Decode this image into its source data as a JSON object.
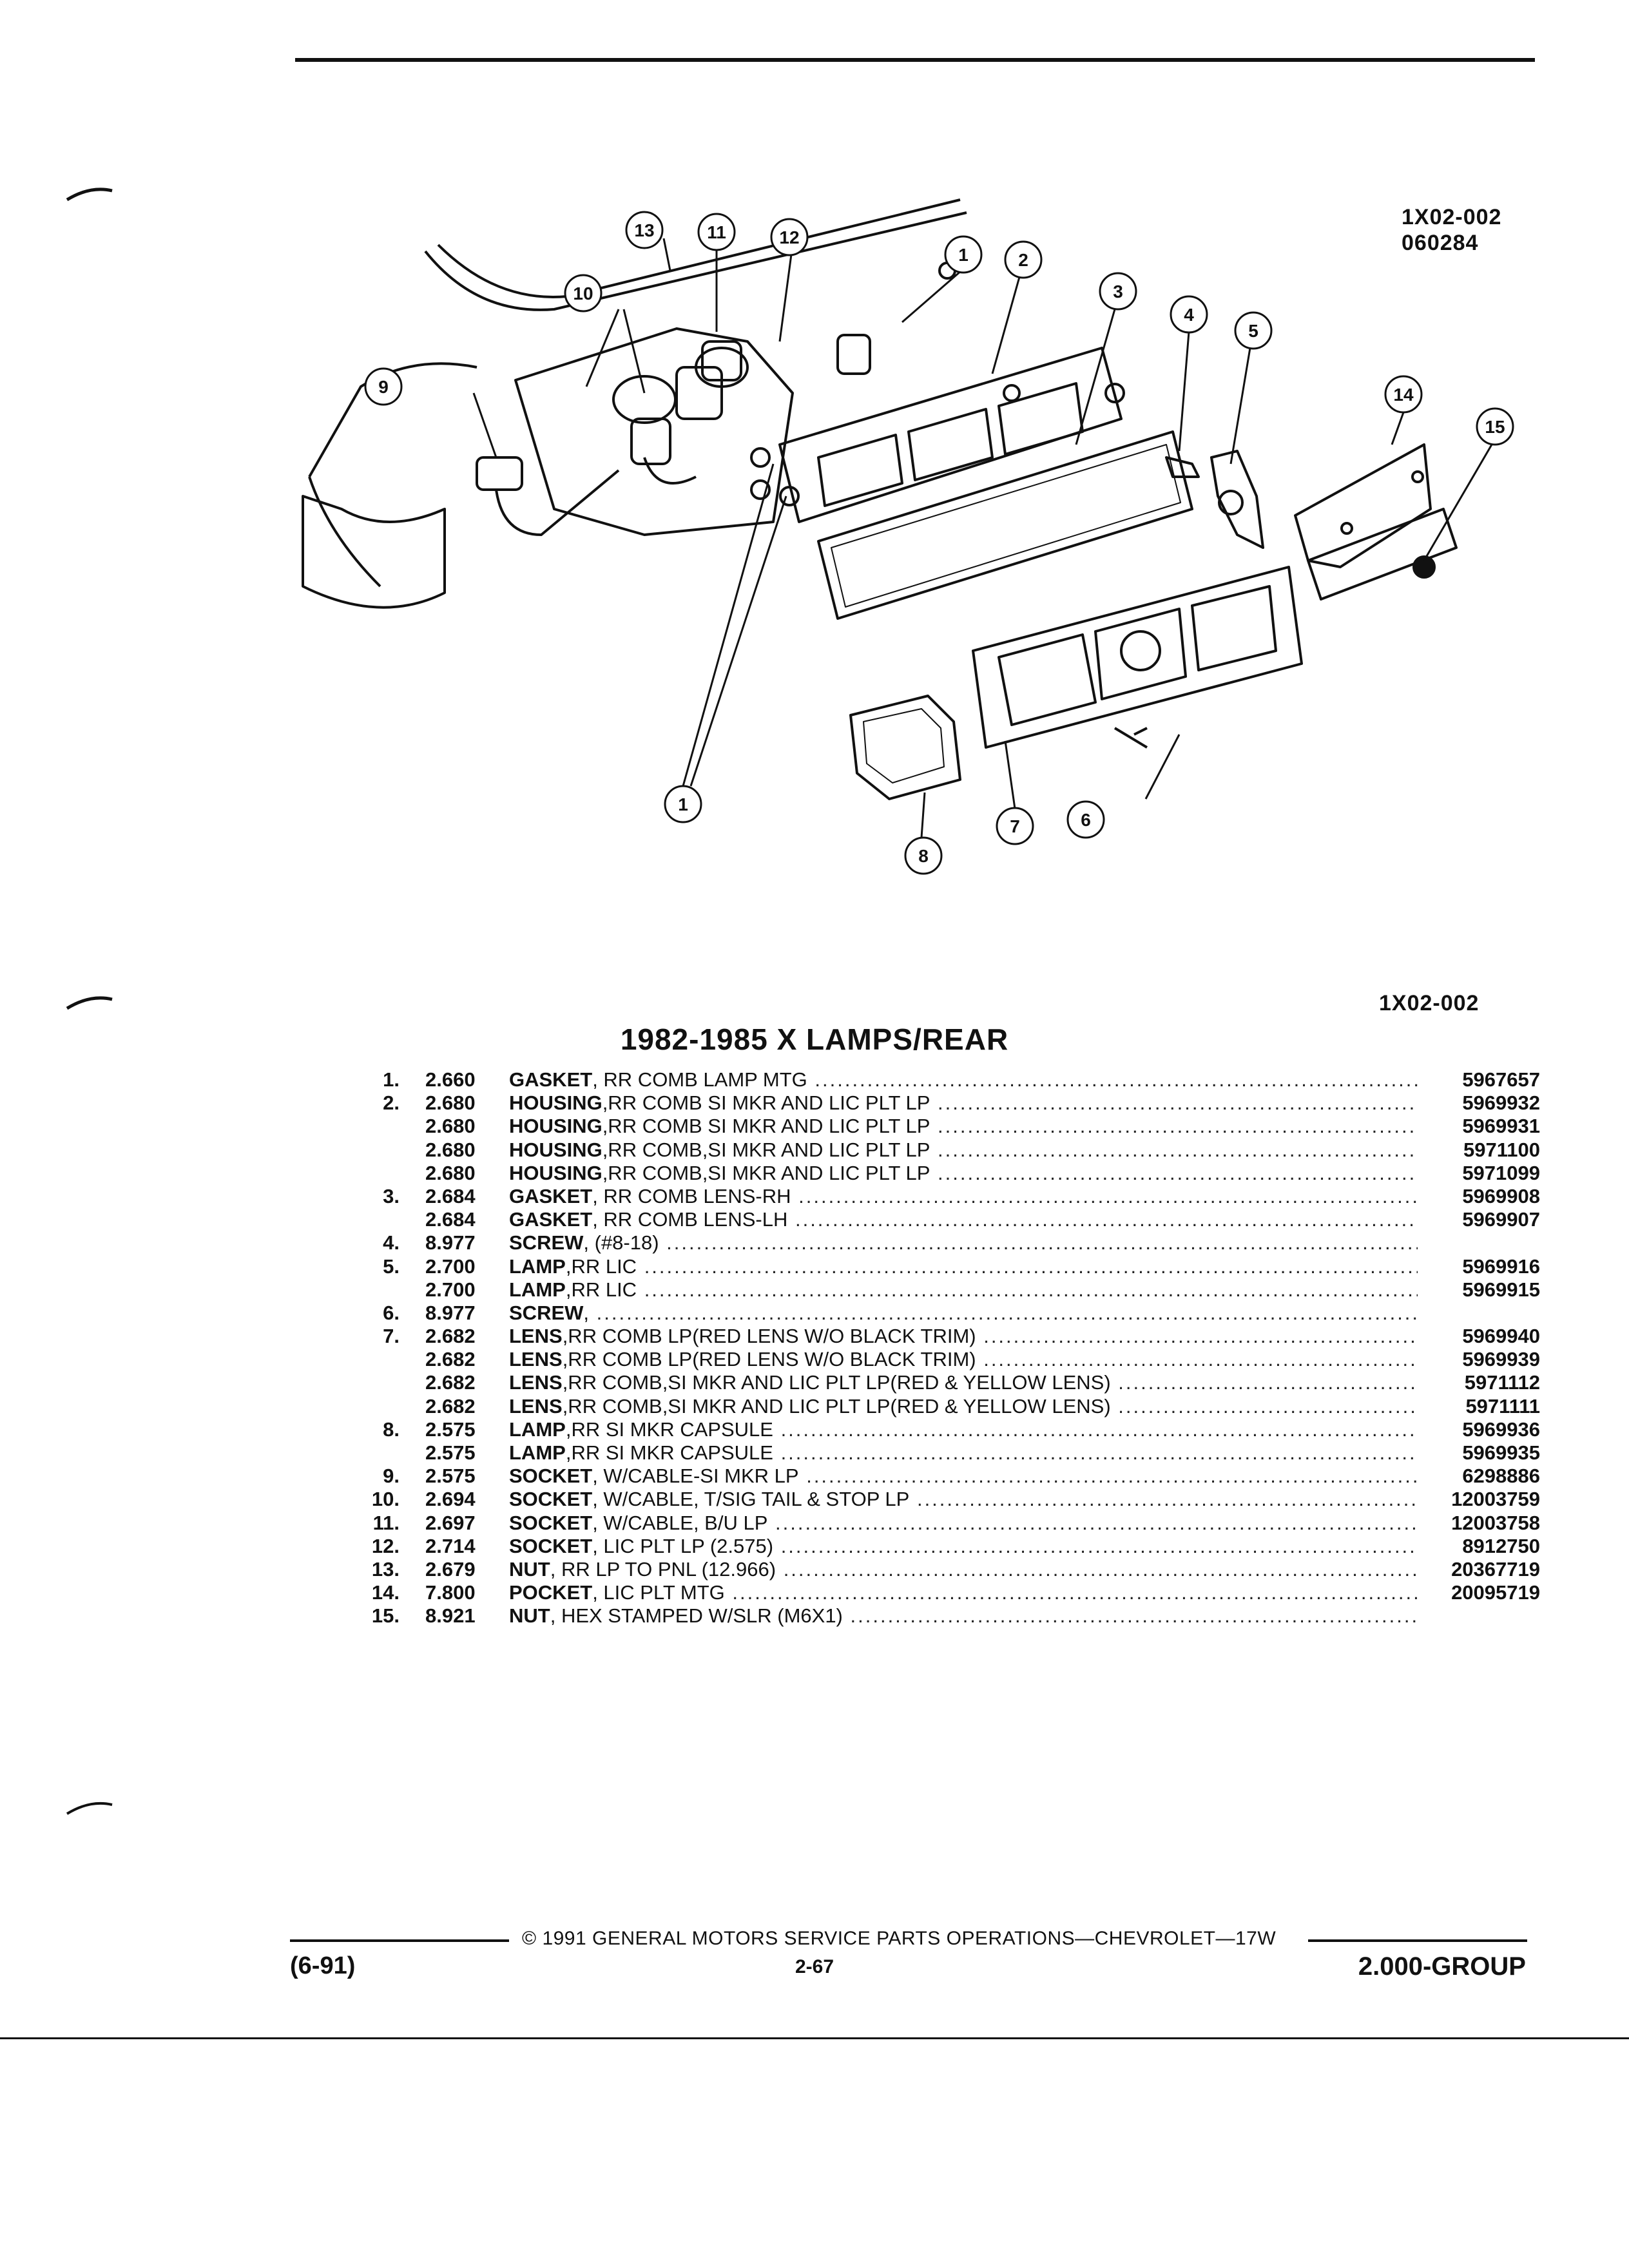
{
  "figure": {
    "code": "1X02-002",
    "date_code": "060284",
    "callouts": [
      "1",
      "2",
      "3",
      "4",
      "5",
      "6",
      "7",
      "8",
      "9",
      "10",
      "11",
      "12",
      "13",
      "14",
      "15"
    ]
  },
  "section_code": "1X02-002",
  "title": "1982-1985 X LAMPS/REAR",
  "parts": [
    {
      "num": "1.",
      "group": "2.660",
      "name": "GASKET",
      "desc": ", RR COMB LAMP MTG",
      "part": "5967657"
    },
    {
      "num": "2.",
      "group": "2.680",
      "name": "HOUSING",
      "desc": ",RR COMB SI MKR AND LIC PLT LP",
      "part": "5969932"
    },
    {
      "num": "",
      "group": "2.680",
      "name": "HOUSING",
      "desc": ",RR COMB SI MKR AND LIC PLT LP",
      "part": "5969931"
    },
    {
      "num": "",
      "group": "2.680",
      "name": "HOUSING",
      "desc": ",RR COMB,SI MKR AND LIC PLT LP",
      "part": "5971100"
    },
    {
      "num": "",
      "group": "2.680",
      "name": "HOUSING",
      "desc": ",RR COMB,SI MKR AND LIC PLT LP",
      "part": "5971099"
    },
    {
      "num": "3.",
      "group": "2.684",
      "name": "GASKET",
      "desc": ", RR COMB LENS-RH",
      "part": "5969908"
    },
    {
      "num": "",
      "group": "2.684",
      "name": "GASKET",
      "desc": ", RR COMB LENS-LH",
      "part": "5969907"
    },
    {
      "num": "4.",
      "group": "8.977",
      "name": "SCREW",
      "desc": ", (#8-18)",
      "part": ""
    },
    {
      "num": "5.",
      "group": "2.700",
      "name": "LAMP",
      "desc": ",RR LIC",
      "part": "5969916"
    },
    {
      "num": "",
      "group": "2.700",
      "name": "LAMP",
      "desc": ",RR LIC",
      "part": "5969915"
    },
    {
      "num": "6.",
      "group": "8.977",
      "name": "SCREW",
      "desc": ",",
      "part": ""
    },
    {
      "num": "7.",
      "group": "2.682",
      "name": "LENS",
      "desc": ",RR COMB LP(RED LENS W/O BLACK TRIM)",
      "part": "5969940"
    },
    {
      "num": "",
      "group": "2.682",
      "name": "LENS",
      "desc": ",RR COMB LP(RED LENS W/O BLACK TRIM)",
      "part": "5969939"
    },
    {
      "num": "",
      "group": "2.682",
      "name": "LENS",
      "desc": ",RR COMB,SI MKR AND LIC PLT LP(RED & YELLOW LENS)",
      "part": "5971112"
    },
    {
      "num": "",
      "group": "2.682",
      "name": "LENS",
      "desc": ",RR COMB,SI MKR AND LIC PLT LP(RED & YELLOW LENS)",
      "part": "5971111"
    },
    {
      "num": "8.",
      "group": "2.575",
      "name": "LAMP",
      "desc": ",RR SI MKR CAPSULE",
      "part": "5969936"
    },
    {
      "num": "",
      "group": "2.575",
      "name": "LAMP",
      "desc": ",RR SI MKR CAPSULE",
      "part": "5969935"
    },
    {
      "num": "9.",
      "group": "2.575",
      "name": "SOCKET",
      "desc": ", W/CABLE-SI MKR LP",
      "part": "6298886"
    },
    {
      "num": "10.",
      "group": "2.694",
      "name": "SOCKET",
      "desc": ", W/CABLE, T/SIG TAIL & STOP LP",
      "part": "12003759"
    },
    {
      "num": "11.",
      "group": "2.697",
      "name": "SOCKET",
      "desc": ", W/CABLE, B/U LP",
      "part": "12003758"
    },
    {
      "num": "12.",
      "group": "2.714",
      "name": "SOCKET",
      "desc": ", LIC PLT LP (2.575)",
      "part": "8912750"
    },
    {
      "num": "13.",
      "group": "2.679",
      "name": "NUT",
      "desc": ", RR LP TO PNL (12.966)",
      "part": "20367719"
    },
    {
      "num": "14.",
      "group": "7.800",
      "name": "POCKET",
      "desc": ", LIC PLT MTG",
      "part": "20095719"
    },
    {
      "num": "15.",
      "group": "8.921",
      "name": "NUT",
      "desc": ", HEX STAMPED W/SLR (M6X1)",
      "part": ""
    }
  ],
  "footer": {
    "copyright": "© 1991 GENERAL MOTORS SERVICE PARTS OPERATIONS—CHEVROLET—17W",
    "page": "2-67",
    "date": "(6-91)",
    "group": "2.000-GROUP"
  }
}
